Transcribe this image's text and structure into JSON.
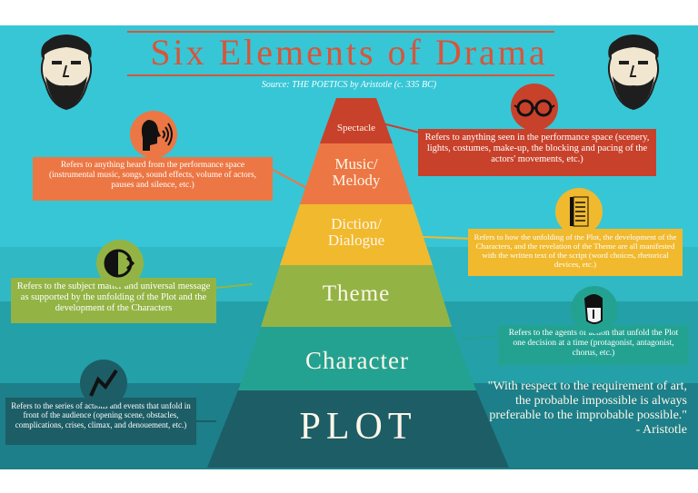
{
  "title": "Six Elements of Drama",
  "source": "Source: THE POETICS by Aristotle (c. 335 BC)",
  "colors": {
    "sky": "#37c6d6",
    "sea_top": "#30b8c4",
    "sea_mid": "#24a0a8",
    "sea_deep": "#1c7f89",
    "accent": "#d8553a"
  },
  "levels": [
    {
      "label": "Spectacle",
      "color": "#c8412b"
    },
    {
      "label": "Music/\nMelody",
      "color": "#ec7744"
    },
    {
      "label": "Diction/\nDialogue",
      "color": "#f1b92e"
    },
    {
      "label": "Theme",
      "color": "#93b445"
    },
    {
      "label": "Character",
      "color": "#24a291"
    },
    {
      "label": "PLOT",
      "color": "#1d5d66"
    }
  ],
  "descriptions": {
    "spectacle": "Refers to anything seen in the performance space (scenery, lights, costumes, make-up, the blocking and pacing of the actors' movements, etc.)",
    "music": "Refers to anything heard from the performance space (instrumental music, songs, sound effects, volume of actors, pauses and silence, etc.)",
    "diction": "Refers to how the unfolding of the Plot, the development of the Characters, and the revelation of the Theme are all manifested with the written text of the script (word choices, rhetorical devices, etc.)",
    "theme": "Refers to the subject matter and universal message as supported by the unfolding of the Plot and the development of the Characters",
    "character": "Refers to the agents of action that unfold the Plot one decision at a time (protagonist, antagonist, chorus, etc.)",
    "plot": "Refers to the series of actions and events that unfold in front of the audience (opening scene, obstacles, complications, crises, climax, and denouement, etc.)"
  },
  "quote": "\"With respect to the requirement of art, the probable impossible is always preferable to the improbable possible.\"\n- Aristotle",
  "icons": {
    "left_portrait": "aristotle-portrait-icon",
    "right_portrait": "aristotle-portrait-icon",
    "spectacle": "glasses-icon",
    "music": "speaking-head-icon",
    "diction": "book-icon",
    "theme": "theme-masks-icon",
    "character": "face-profile-icon",
    "plot": "rising-line-icon"
  }
}
